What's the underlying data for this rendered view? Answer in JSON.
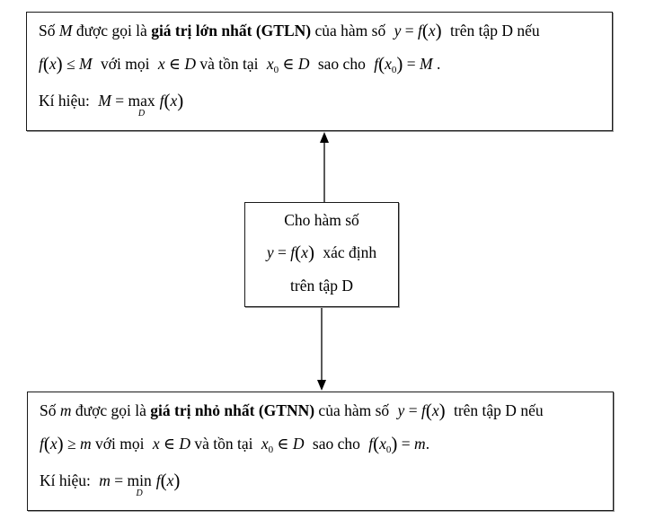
{
  "diagram": {
    "top_box": {
      "line1": {
        "pre": "Số ",
        "var": "M",
        "mid": " được gọi là ",
        "bold": "giá trị lớn nhất (GTLN)",
        "post": " của hàm số ",
        "formula_y": "y",
        "eq": " = ",
        "f": "f",
        "x": "x",
        "tail": " trên tập D nếu"
      },
      "line2": {
        "f": "f",
        "x": "x",
        "rel": " ≤ ",
        "var": "M",
        "text1": " với mọi ",
        "xvar": "x",
        "in": " ∈ ",
        "D": "D",
        "text2": " và tồn tại ",
        "x0": "x",
        "x0sub": "0",
        "in2": " ∈ ",
        "D2": "D",
        "text3": " sao cho ",
        "f2": "f",
        "x0b": "x",
        "x0bsub": "0",
        "eq": " = ",
        "var2": "M",
        "end": " ."
      },
      "line3": {
        "label": "Kí hiệu: ",
        "var": "M",
        "eq": " = ",
        "op": "max",
        "op_under": "D",
        "f": "f",
        "x": "x"
      }
    },
    "center_box": {
      "line1": "Cho hàm số",
      "line2": {
        "y": "y",
        "eq": " = ",
        "f": "f",
        "x": "x",
        "tail": " xác định"
      },
      "line3": "trên tập D"
    },
    "bottom_box": {
      "line1": {
        "pre": "Số ",
        "var": "m",
        "mid": " được gọi là ",
        "bold": "giá trị nhỏ nhất (GTNN)",
        "post": " của hàm số ",
        "formula_y": "y",
        "eq": " = ",
        "f": "f",
        "x": "x",
        "tail": " trên tập D nếu"
      },
      "line2": {
        "f": "f",
        "x": "x",
        "rel": " ≥ ",
        "var": "m",
        "text1": " với mọi ",
        "xvar": "x",
        "in": " ∈ ",
        "D": "D",
        "text2": " và tồn tại ",
        "x0": "x",
        "x0sub": "0",
        "in2": " ∈ ",
        "D2": "D",
        "text3": " sao cho ",
        "f2": "f",
        "x0b": "x",
        "x0bsub": "0",
        "eq": " = ",
        "var2": "m",
        "end": "."
      },
      "line3": {
        "label": "Kí hiệu: ",
        "var": "m",
        "eq": " = ",
        "op": "min",
        "op_under": "D",
        "f": "f",
        "x": "x"
      }
    },
    "arrows": [
      {
        "from": "center_box",
        "to": "top_box",
        "direction": "up"
      },
      {
        "from": "center_box",
        "to": "bottom_box",
        "direction": "down"
      }
    ]
  }
}
